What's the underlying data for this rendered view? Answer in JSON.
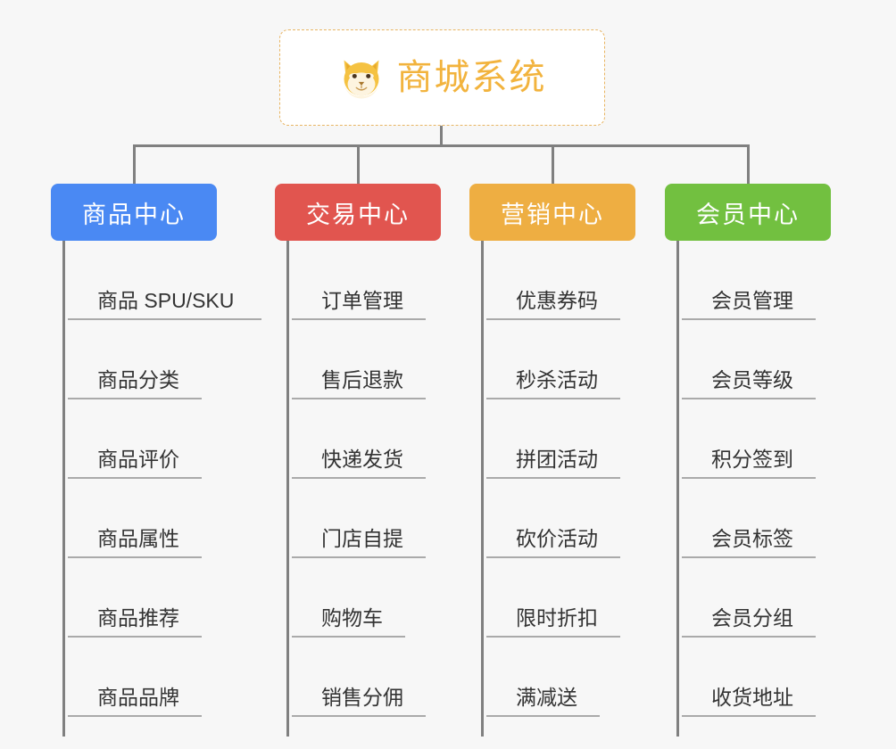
{
  "root": {
    "title": "商城系统",
    "icon": "shiba-dog-emoji",
    "border_color": "#e8b563",
    "text_color": "#f2b33d",
    "background": "#ffffff"
  },
  "page": {
    "background": "#f7f7f7",
    "connector_color": "#808080",
    "leaf_rule_color": "#aaaaaa"
  },
  "branches": [
    {
      "label": "商品中心",
      "color": "#4a89f3",
      "leaves": [
        "商品 SPU/SKU",
        "商品分类",
        "商品评价",
        "商品属性",
        "商品推荐",
        "商品品牌"
      ]
    },
    {
      "label": "交易中心",
      "color": "#e1554f",
      "leaves": [
        "订单管理",
        "售后退款",
        "快递发货",
        "门店自提",
        "购物车",
        "销售分佣"
      ]
    },
    {
      "label": "营销中心",
      "color": "#eeae42",
      "leaves": [
        "优惠券码",
        "秒杀活动",
        "拼团活动",
        "砍价活动",
        "限时折扣",
        "满减送"
      ]
    },
    {
      "label": "会员中心",
      "color": "#72c040",
      "leaves": [
        "会员管理",
        "会员等级",
        "积分签到",
        "会员标签",
        "会员分组",
        "收货地址"
      ]
    }
  ]
}
